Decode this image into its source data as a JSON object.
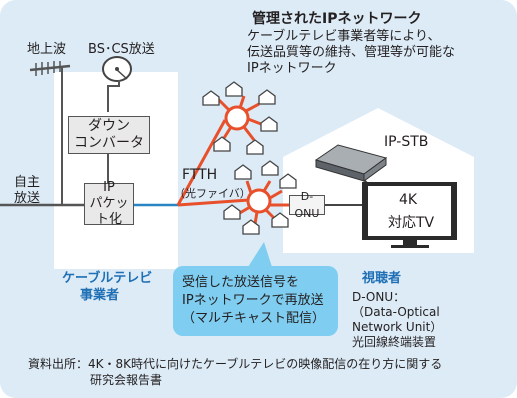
{
  "title": "管理されたIPネットワーク",
  "description": [
    "ケーブルテレビ事業者等により、",
    "伝送品質等の維持、管理等が可能な",
    "IPネットワーク"
  ],
  "antenna_labels": {
    "terrestrial": "地上波",
    "satellite": "BS･CS放送"
  },
  "self_broadcast": [
    "自主",
    "放送"
  ],
  "down_converter": [
    "ダウン",
    "コンバータ"
  ],
  "ip_packet": [
    "IP",
    "パケット化"
  ],
  "ftth": {
    "name": "FTTH",
    "note": "（光ファイバ）"
  },
  "d_onu": "D-ONU",
  "ip_stb": "IP-STB",
  "tv": [
    "4K",
    "対応TV"
  ],
  "operator": [
    "ケーブルテレビ",
    "事業者"
  ],
  "viewer": "視聴者",
  "callout": [
    "受信した放送信号を",
    "IPネットワークで再放送",
    "（マルチキャスト配信）"
  ],
  "d_onu_note": [
    "D-ONU：",
    "（Data-Optical",
    "Network Unit）",
    "光回線終端装置"
  ],
  "source": [
    "資料出所：4K・8K時代に向けたケーブルテレビの映像配信の在り方に関する",
    "研究会報告書"
  ],
  "colors": {
    "panel": "#dcebf6",
    "fiber": "#e8502c",
    "cable": "#2a86c2",
    "heading": "#1f6fb5",
    "callout": "#7fcdf0"
  }
}
